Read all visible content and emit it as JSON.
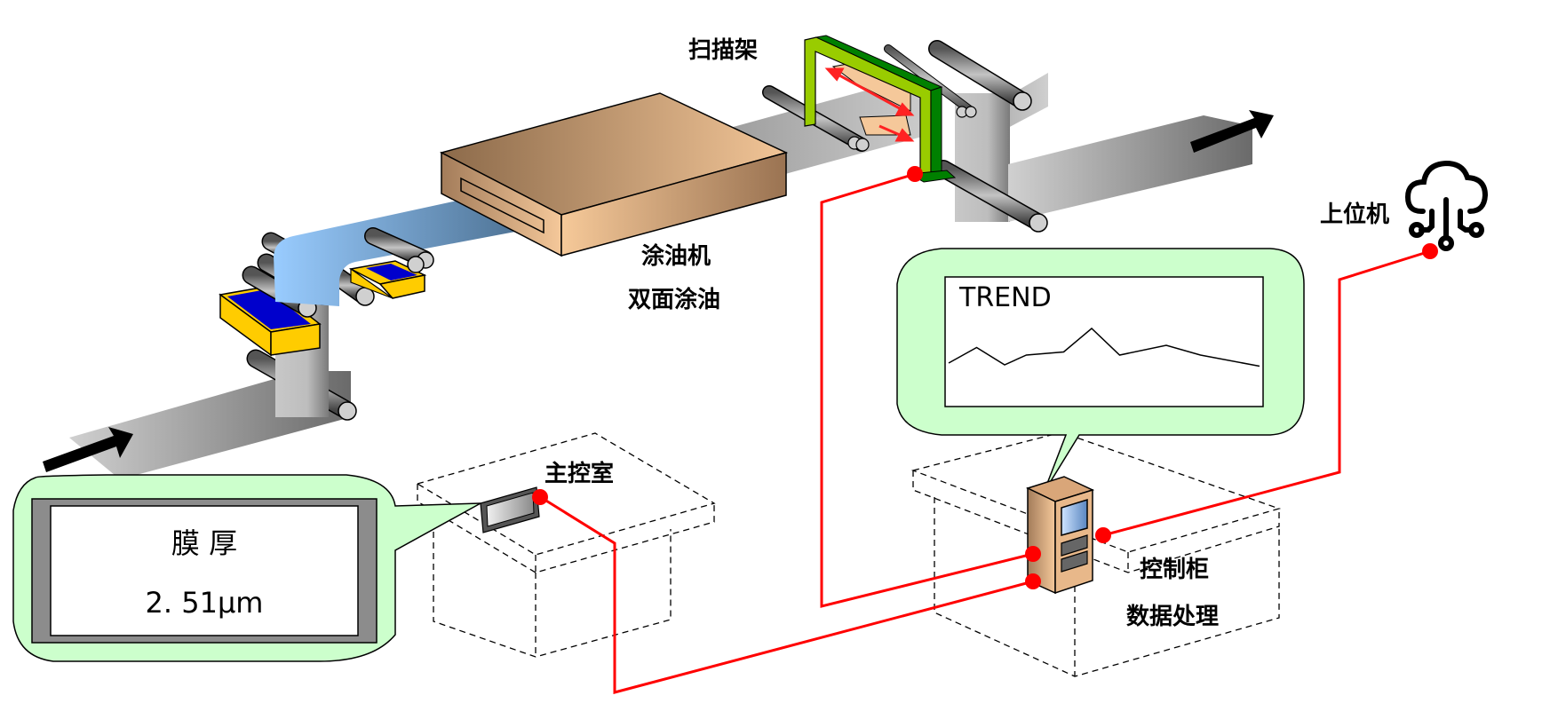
{
  "labels": {
    "scanner_frame": "扫描架",
    "oil_coater": "涂油机",
    "oil_coater_sub": "双面涂油",
    "control_room": "主控室",
    "control_cabinet": "控制柜",
    "control_cabinet_sub": "数据处理",
    "host_computer": "上位机"
  },
  "thickness_display": {
    "title": "膜  厚",
    "value": "2. 51μm"
  },
  "trend_display": {
    "title": "TREND",
    "points": [
      0.22,
      0.57,
      0.18,
      0.4,
      0.47,
      1.0,
      0.4,
      0.62,
      0.4,
      0.15
    ]
  },
  "icons": {
    "flow_arrow_in": "arrow-right",
    "flow_arrow_out": "arrow-right",
    "cloud": "cloud-network"
  },
  "colors": {
    "signal_line": "#ff0000",
    "callout_fill": "#ccffcc",
    "scanner_frame": "#008000",
    "scanner_frame_light": "#99cc00",
    "coater_box": "#e8b88a",
    "oil_tray": "#ffcc00",
    "oil": "#0000cc",
    "film_coated": "#7fb2e5"
  }
}
